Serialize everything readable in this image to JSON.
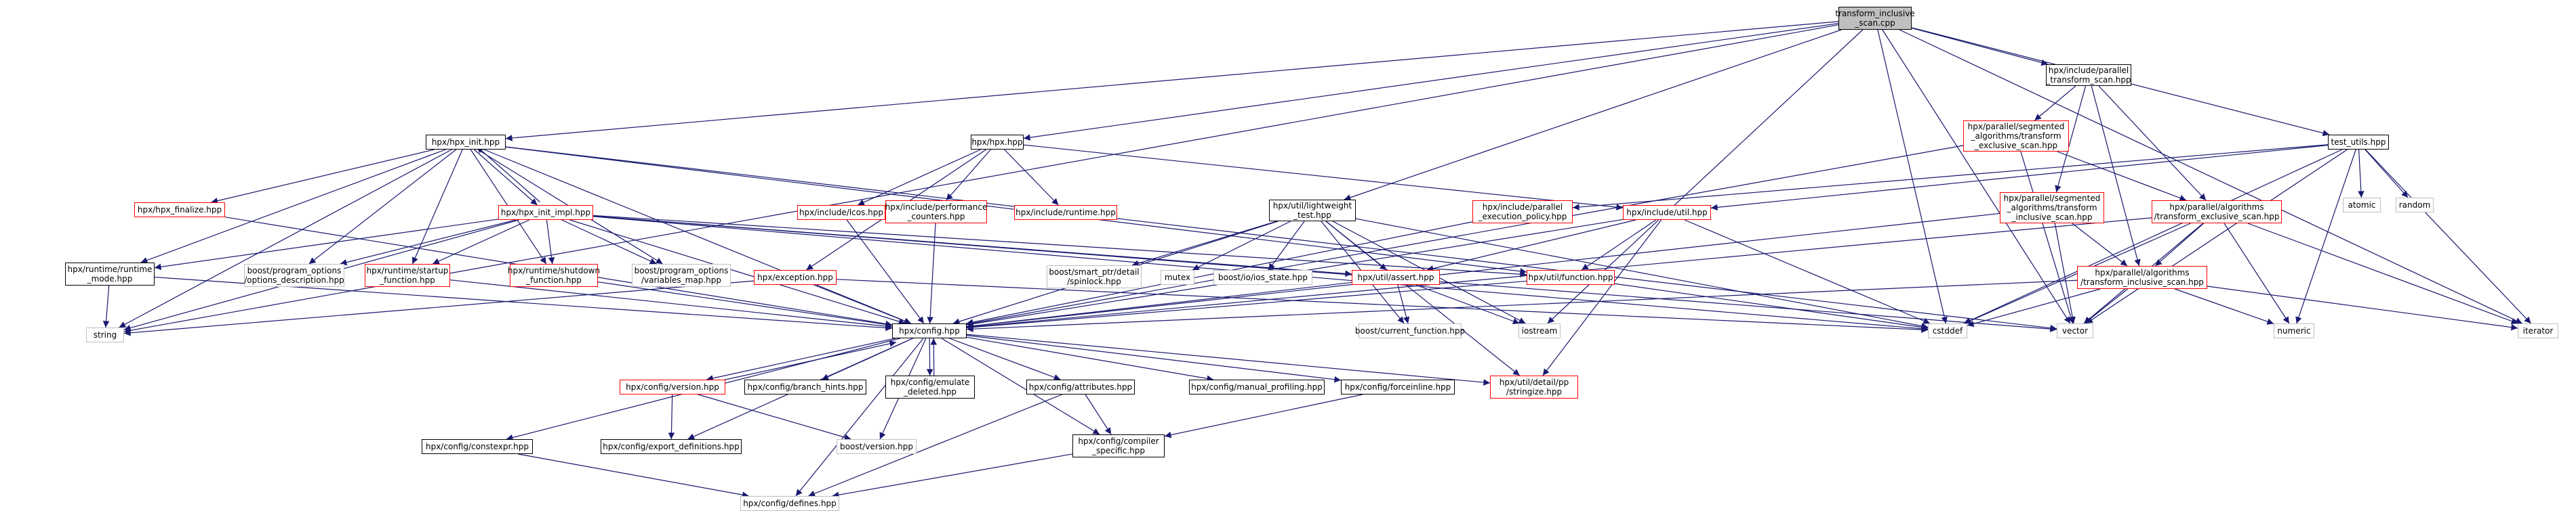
{
  "graph": {
    "colors": {
      "edge": "#191970",
      "border_black": "#000000",
      "border_red": "#ff0000",
      "border_gray": "#bfbfbf",
      "root_fill": "#bfbfbf"
    },
    "nodes": {
      "root": "transform_inclusive\n_scan.cpp",
      "string": "string",
      "hpx_init": "hpx/hpx_init.hpp",
      "hpx_hpp": "hpx/hpx.hpp",
      "lightweight_test": "hpx/util/lightweight\n_test.hpp",
      "transform_scan": "hpx/include/parallel\n_transform_scan.hpp",
      "test_utils": "test_utils.hpp",
      "iterator": "iterator",
      "cstddef": "cstddef",
      "vector": "vector",
      "iostream": "iostream",
      "hpx_finalize": "hpx/hpx_finalize.hpp",
      "hpx_init_impl": "hpx/hpx_init_impl.hpp",
      "runtime_mode": "hpx/runtime/runtime\n_mode.hpp",
      "po_desc": "boost/program_options\n/options_description.hpp",
      "startup_function": "hpx/runtime/startup\n_function.hpp",
      "shutdown_function": "hpx/runtime/shutdown\n_function.hpp",
      "po_varmap": "boost/program_options\n/variables_map.hpp",
      "exception": "hpx/exception.hpp",
      "lcos": "hpx/include/lcos.hpp",
      "perf_counters": "hpx/include/performance\n_counters.hpp",
      "runtime_hpp": "hpx/include/runtime.hpp",
      "spinlock": "boost/smart_ptr/detail\n/spinlock.hpp",
      "mutex": "mutex",
      "ios_state": "boost/io/ios_state.hpp",
      "assert": "hpx/util/assert.hpp",
      "function": "hpx/util/function.hpp",
      "current_function": "boost/current_function.hpp",
      "seg_excl": "hpx/parallel/segmented\n_algorithms/transform\n_exclusive_scan.hpp",
      "seg_incl": "hpx/parallel/segmented\n_algorithms/transform\n_inclusive_scan.hpp",
      "exec_policy": "hpx/include/parallel\n_execution_policy.hpp",
      "util_hpp": "hpx/include/util.hpp",
      "alg_excl": "hpx/parallel/algorithms\n/transform_exclusive_scan.hpp",
      "alg_incl": "hpx/parallel/algorithms\n/transform_inclusive_scan.hpp",
      "atomic": "atomic",
      "random": "random",
      "numeric": "numeric",
      "config": "hpx/config.hpp",
      "version": "hpx/config/version.hpp",
      "branch_hints": "hpx/config/branch_hints.hpp",
      "emulate_deleted": "hpx/config/emulate\n_deleted.hpp",
      "attributes": "hpx/config/attributes.hpp",
      "manual_profiling": "hpx/config/manual_profiling.hpp",
      "forceinline": "hpx/config/forceinline.hpp",
      "pp_stringize": "hpx/util/detail/pp\n/stringize.hpp",
      "constexpr": "hpx/config/constexpr.hpp",
      "export_defs": "hpx/config/export_definitions.hpp",
      "boost_version": "boost/version.hpp",
      "compiler_specific": "hpx/config/compiler\n_specific.hpp",
      "defines": "hpx/config/defines.hpp"
    },
    "edges": [
      [
        "root",
        "string"
      ],
      [
        "root",
        "hpx_init"
      ],
      [
        "root",
        "hpx_hpp"
      ],
      [
        "root",
        "lightweight_test"
      ],
      [
        "root",
        "transform_scan"
      ],
      [
        "root",
        "test_utils"
      ],
      [
        "root",
        "iterator"
      ],
      [
        "root",
        "cstddef"
      ],
      [
        "root",
        "vector"
      ],
      [
        "root",
        "iostream"
      ],
      [
        "hpx_init",
        "hpx_finalize"
      ],
      [
        "hpx_init",
        "hpx_init_impl"
      ],
      [
        "hpx_init",
        "runtime_mode"
      ],
      [
        "hpx_init",
        "po_desc"
      ],
      [
        "hpx_init",
        "startup_function"
      ],
      [
        "hpx_init",
        "shutdown_function"
      ],
      [
        "hpx_init",
        "po_varmap"
      ],
      [
        "hpx_init",
        "string"
      ],
      [
        "hpx_init",
        "config"
      ],
      [
        "hpx_init",
        "function"
      ],
      [
        "hpx_init",
        "vector"
      ],
      [
        "hpx_init_impl",
        "hpx_init"
      ],
      [
        "hpx_init_impl",
        "runtime_mode"
      ],
      [
        "hpx_init_impl",
        "po_desc"
      ],
      [
        "hpx_init_impl",
        "startup_function"
      ],
      [
        "hpx_init_impl",
        "shutdown_function"
      ],
      [
        "hpx_init_impl",
        "po_varmap"
      ],
      [
        "hpx_init_impl",
        "assert"
      ],
      [
        "hpx_init_impl",
        "function"
      ],
      [
        "hpx_init_impl",
        "config"
      ],
      [
        "hpx_init_impl",
        "string"
      ],
      [
        "hpx_init_impl",
        "cstddef"
      ],
      [
        "hpx_init_impl",
        "vector"
      ],
      [
        "hpx_finalize",
        "config"
      ],
      [
        "runtime_mode",
        "config"
      ],
      [
        "runtime_mode",
        "string"
      ],
      [
        "startup_function",
        "config"
      ],
      [
        "shutdown_function",
        "config"
      ],
      [
        "hpx_hpp",
        "exception"
      ],
      [
        "hpx_hpp",
        "lcos"
      ],
      [
        "hpx_hpp",
        "perf_counters"
      ],
      [
        "hpx_hpp",
        "runtime_hpp"
      ],
      [
        "hpx_hpp",
        "util_hpp"
      ],
      [
        "exception",
        "config"
      ],
      [
        "exception",
        "string"
      ],
      [
        "exception",
        "cstddef"
      ],
      [
        "lcos",
        "config"
      ],
      [
        "perf_counters",
        "config"
      ],
      [
        "lightweight_test",
        "config"
      ],
      [
        "lightweight_test",
        "spinlock"
      ],
      [
        "lightweight_test",
        "mutex"
      ],
      [
        "lightweight_test",
        "ios_state"
      ],
      [
        "lightweight_test",
        "assert"
      ],
      [
        "lightweight_test",
        "pp_stringize"
      ],
      [
        "lightweight_test",
        "iostream"
      ],
      [
        "lightweight_test",
        "cstddef"
      ],
      [
        "lightweight_test",
        "current_function"
      ],
      [
        "assert",
        "config"
      ],
      [
        "assert",
        "current_function"
      ],
      [
        "assert",
        "iostream"
      ],
      [
        "function",
        "config"
      ],
      [
        "function",
        "cstddef"
      ],
      [
        "transform_scan",
        "seg_excl"
      ],
      [
        "transform_scan",
        "seg_incl"
      ],
      [
        "transform_scan",
        "alg_excl"
      ],
      [
        "transform_scan",
        "alg_incl"
      ],
      [
        "seg_excl",
        "config"
      ],
      [
        "seg_excl",
        "alg_excl"
      ],
      [
        "seg_excl",
        "vector"
      ],
      [
        "seg_incl",
        "config"
      ],
      [
        "seg_incl",
        "alg_incl"
      ],
      [
        "seg_incl",
        "vector"
      ],
      [
        "test_utils",
        "exec_policy"
      ],
      [
        "test_utils",
        "util_hpp"
      ],
      [
        "test_utils",
        "atomic"
      ],
      [
        "test_utils",
        "random"
      ],
      [
        "test_utils",
        "numeric"
      ],
      [
        "test_utils",
        "iterator"
      ],
      [
        "test_utils",
        "vector"
      ],
      [
        "test_utils",
        "cstddef"
      ],
      [
        "exec_policy",
        "config"
      ],
      [
        "util_hpp",
        "assert"
      ],
      [
        "util_hpp",
        "function"
      ],
      [
        "util_hpp",
        "pp_stringize"
      ],
      [
        "util_hpp",
        "config"
      ],
      [
        "util_hpp",
        "cstddef"
      ],
      [
        "alg_excl",
        "alg_incl"
      ],
      [
        "alg_excl",
        "config"
      ],
      [
        "alg_excl",
        "cstddef"
      ],
      [
        "alg_excl",
        "vector"
      ],
      [
        "alg_excl",
        "numeric"
      ],
      [
        "alg_excl",
        "iterator"
      ],
      [
        "alg_incl",
        "config"
      ],
      [
        "alg_incl",
        "cstddef"
      ],
      [
        "alg_incl",
        "vector"
      ],
      [
        "alg_incl",
        "numeric"
      ],
      [
        "alg_incl",
        "iterator"
      ],
      [
        "config",
        "version"
      ],
      [
        "config",
        "branch_hints"
      ],
      [
        "config",
        "emulate_deleted"
      ],
      [
        "config",
        "attributes"
      ],
      [
        "config",
        "manual_profiling"
      ],
      [
        "config",
        "forceinline"
      ],
      [
        "config",
        "pp_stringize"
      ],
      [
        "config",
        "constexpr"
      ],
      [
        "config",
        "export_defs"
      ],
      [
        "config",
        "boost_version"
      ],
      [
        "config",
        "compiler_specific"
      ],
      [
        "config",
        "defines"
      ],
      [
        "version",
        "config"
      ],
      [
        "version",
        "export_defs"
      ],
      [
        "version",
        "boost_version"
      ],
      [
        "emulate_deleted",
        "config"
      ],
      [
        "attributes",
        "compiler_specific"
      ],
      [
        "attributes",
        "defines"
      ],
      [
        "forceinline",
        "compiler_specific"
      ],
      [
        "compiler_specific",
        "defines"
      ],
      [
        "constexpr",
        "defines"
      ]
    ]
  }
}
